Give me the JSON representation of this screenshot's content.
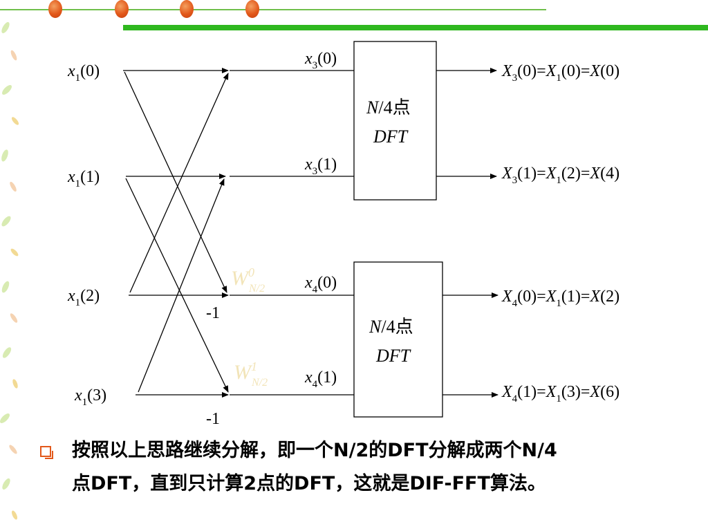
{
  "inputs": [
    {
      "var": "x",
      "sub": "1",
      "idx": "(0)"
    },
    {
      "var": "x",
      "sub": "1",
      "idx": "(1)"
    },
    {
      "var": "x",
      "sub": "1",
      "idx": "(2)"
    },
    {
      "var": "x",
      "sub": "1",
      "idx": "(3)"
    }
  ],
  "mids": [
    {
      "var": "x",
      "sub": "3",
      "idx": "(0)"
    },
    {
      "var": "x",
      "sub": "3",
      "idx": "(1)"
    },
    {
      "var": "x",
      "sub": "4",
      "idx": "(0)"
    },
    {
      "var": "x",
      "sub": "4",
      "idx": "(1)"
    }
  ],
  "outputs": [
    {
      "a": "X",
      "asub": "3",
      "aidx": "(0)",
      "b": "X",
      "bsub": "1",
      "bidx": "(0)",
      "c": "X",
      "cidx": "(0)"
    },
    {
      "a": "X",
      "asub": "3",
      "aidx": "(1)",
      "b": "X",
      "bsub": "1",
      "bidx": "(2)",
      "c": "X",
      "cidx": "(4)"
    },
    {
      "a": "X",
      "asub": "4",
      "aidx": "(0)",
      "b": "X",
      "bsub": "1",
      "bidx": "(1)",
      "c": "X",
      "cidx": "(2)"
    },
    {
      "a": "X",
      "asub": "4",
      "aidx": "(1)",
      "b": "X",
      "bsub": "1",
      "bidx": "(3)",
      "c": "X",
      "cidx": "(6)"
    }
  ],
  "blocks": [
    {
      "n": "N",
      "rest": "/4点",
      "dft": "DFT"
    },
    {
      "n": "N",
      "rest": "/4点",
      "dft": "DFT"
    }
  ],
  "minus_labels": [
    "-1",
    "-1"
  ],
  "twiddles": [
    {
      "w": "W",
      "sup": "0",
      "sub": "N/2"
    },
    {
      "w": "W",
      "sup": "1",
      "sub": "N/2"
    }
  ],
  "caption": {
    "line1": "按照以上思路继续分解，即一个N/2的DFT分解成两个N/4",
    "line2": "点DFT，直到只计算2点的DFT，这就是DIF-FFT算法。"
  }
}
